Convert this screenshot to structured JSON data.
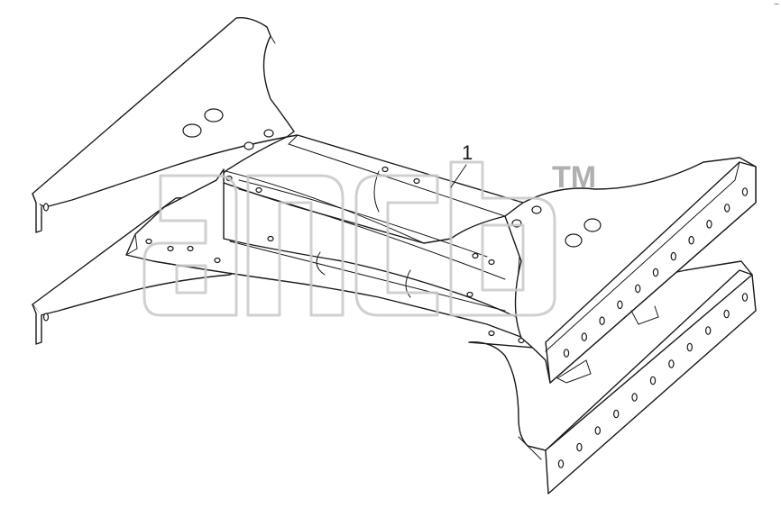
{
  "drawing": {
    "part_callout": "1",
    "watermark_text": "TM",
    "corner_mark": "~"
  },
  "colors": {
    "line": "#1a1a1a",
    "watermark": "#c8c8c8",
    "background": "#ffffff"
  },
  "icons": {
    "watermark_logo": "brand-watermark-logo"
  }
}
